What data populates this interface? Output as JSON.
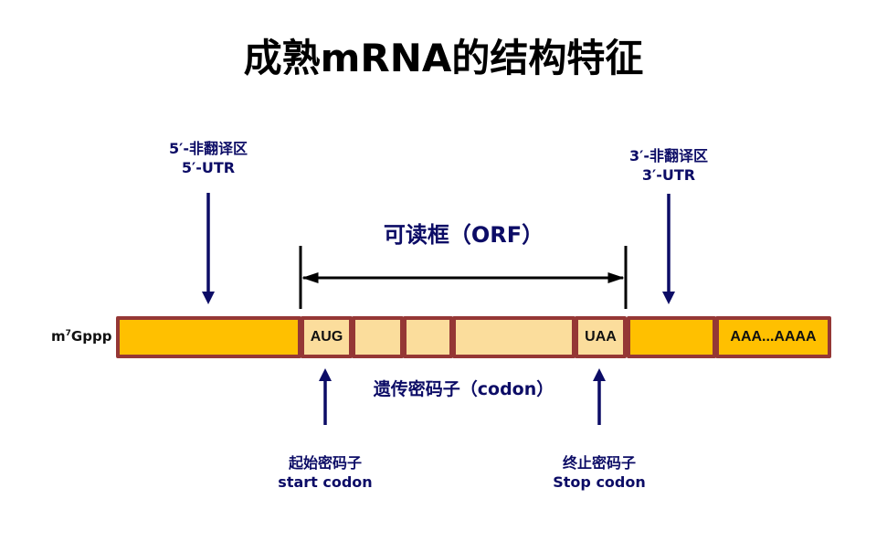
{
  "title": "成熟mRNA的结构特征",
  "cap_label": {
    "base": "m",
    "sup": "7",
    "rest": "Gppp"
  },
  "utr5": {
    "line1": "5′-非翻译区",
    "line2": "5′-UTR"
  },
  "utr3": {
    "line1": "3′-非翻译区",
    "line2": "3′-UTR"
  },
  "orf_label": "可读框（ORF）",
  "codon_label": "遗传密码子（codon）",
  "start_codon": {
    "line1": "起始密码子",
    "line2": "start codon"
  },
  "stop_codon": {
    "line1": "终止密码子",
    "line2": "Stop codon"
  },
  "segments": [
    {
      "name": "5-utr-segment",
      "label": "",
      "style": "dark"
    },
    {
      "name": "start-codon-box",
      "label": "AUG",
      "style": "light"
    },
    {
      "name": "codon-box-2",
      "label": "",
      "style": "light"
    },
    {
      "name": "codon-box-3",
      "label": "",
      "style": "light"
    },
    {
      "name": "coding-region",
      "label": "",
      "style": "light"
    },
    {
      "name": "stop-codon-box",
      "label": "UAA",
      "style": "light"
    },
    {
      "name": "3-utr-segment",
      "label": "",
      "style": "dark"
    },
    {
      "name": "poly-a-tail",
      "label": "AAA...AAAA",
      "style": "dark"
    }
  ],
  "colors": {
    "utr_fill": "#ffc000",
    "orf_fill": "#fbdd9c",
    "border": "#953735",
    "label_navy": "#0c0c66"
  }
}
